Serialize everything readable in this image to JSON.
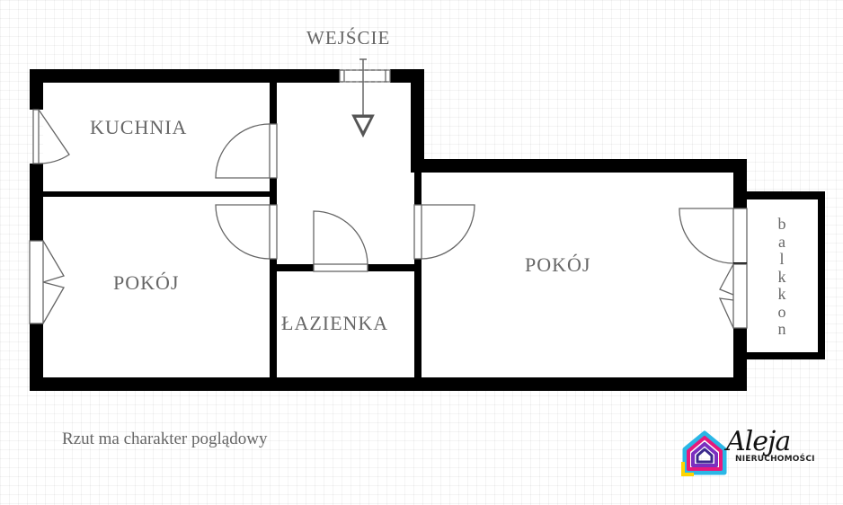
{
  "plan": {
    "entrance_label": "WEJŚCIE",
    "rooms": [
      {
        "id": "kitchen",
        "label": "KUCHNIA"
      },
      {
        "id": "room-left",
        "label": "POKÓJ"
      },
      {
        "id": "bathroom",
        "label": "ŁAZIENKA"
      },
      {
        "id": "room-right",
        "label": "POKÓJ"
      },
      {
        "id": "hallway",
        "label": ""
      }
    ],
    "balcony": {
      "label": "balkon",
      "letters": [
        "b",
        "a",
        "l",
        "k",
        "k",
        "o",
        "n"
      ]
    },
    "colors": {
      "wall": "#000000",
      "line": "#666666",
      "text": "#666666",
      "background": "#ffffff",
      "grid": "#ececec"
    }
  },
  "footer": {
    "disclaimer": "Rzut ma charakter poglądowy"
  },
  "logo": {
    "script_text": "Aleja",
    "subtitle": "NIERUCHOMOŚCI",
    "colors": [
      "#2ab7e6",
      "#7b2fbf",
      "#e6197d",
      "#ffd400",
      "#3a2a8c"
    ]
  }
}
